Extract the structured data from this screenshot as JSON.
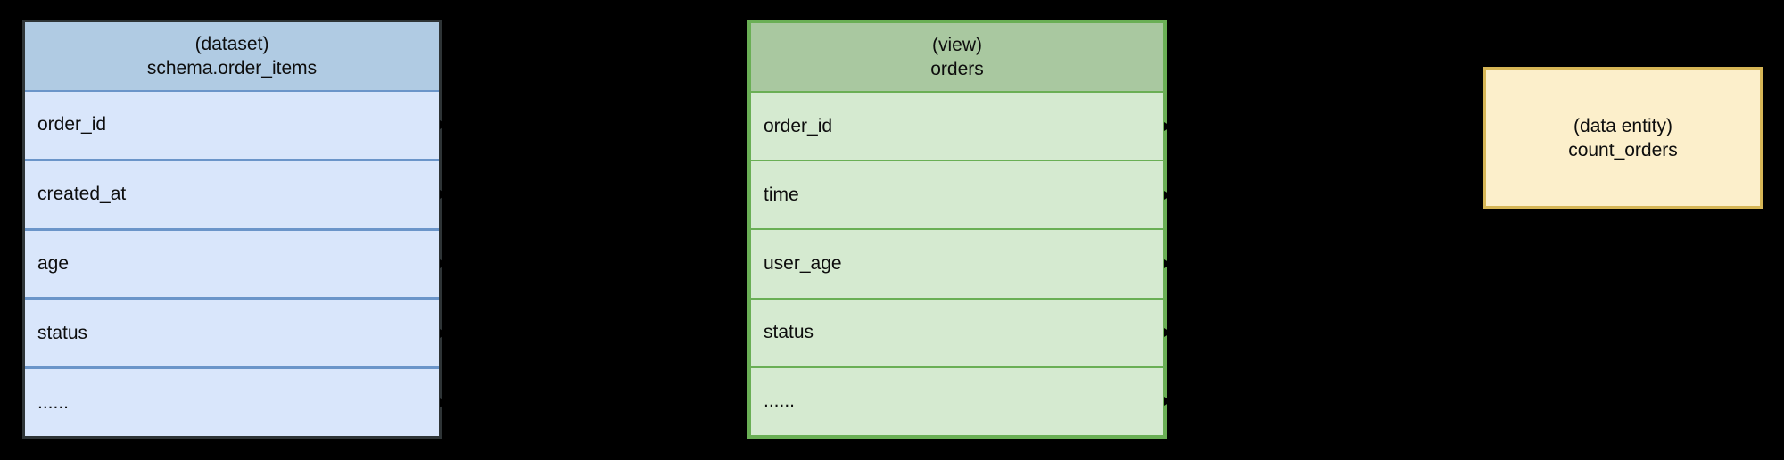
{
  "diagram": {
    "background_color": "#000000",
    "entities": [
      {
        "id": "dataset",
        "kind_label": "(dataset)",
        "name": "schema.order_items",
        "header_color": "#b0cbe3",
        "body_color": "#d9e6fb",
        "border_color": "#2e3436",
        "divider_color": "#6b95c9",
        "fields": [
          {
            "label": "order_id"
          },
          {
            "label": "created_at"
          },
          {
            "label": "age"
          },
          {
            "label": "status"
          },
          {
            "label": "......"
          }
        ]
      },
      {
        "id": "view",
        "kind_label": "(view)",
        "name": "orders",
        "header_color": "#a9c8a0",
        "body_color": "#d5ead0",
        "border_color": "#6aaf55",
        "divider_color": "#6aaf55",
        "fields": [
          {
            "label": "order_id"
          },
          {
            "label": "time"
          },
          {
            "label": "user_age"
          },
          {
            "label": "status"
          },
          {
            "label": "......"
          }
        ]
      },
      {
        "id": "data-entity",
        "kind_label": "(data entity)",
        "name": "count_orders",
        "header_color": "#fcefcb",
        "body_color": "#fcefcb",
        "border_color": "#d6b656",
        "fields": []
      }
    ]
  }
}
